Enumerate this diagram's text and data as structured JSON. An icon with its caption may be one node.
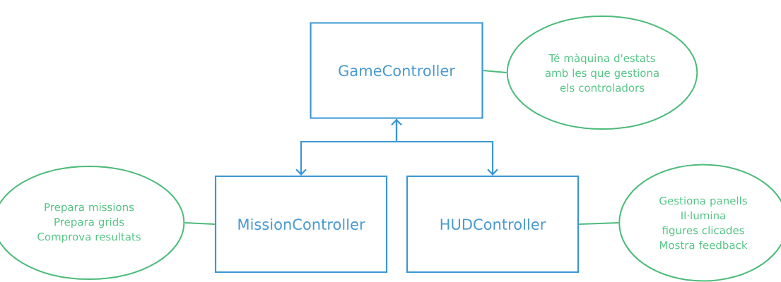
{
  "diagram": {
    "nodes": [
      {
        "text": [
          "GameController"
        ]
      },
      {
        "text": [
          "Té màquina d'estats amb les que gestiona els controladors"
        ]
      },
      {
        "text": [
          "Prepara missions",
          "Prepara grids",
          "Comprova resultats"
        ]
      },
      {
        "text": [
          "MissionController"
        ]
      },
      {
        "text": [
          "HUDController"
        ]
      },
      {
        "text": [
          "Gestiona panells",
          "Il·lumina figures clicades",
          "Mostra feedback"
        ]
      }
    ],
    "edges": [
      {
        "from": 0,
        "to": 3,
        "arrow": "both",
        "color": "#3a97d4"
      },
      {
        "from": 0,
        "to": 4,
        "arrow": "to",
        "color": "#3a97d4"
      },
      {
        "from": 0,
        "to": 1,
        "arrow": "none"
      },
      {
        "from": 2,
        "to": 3,
        "arrow": "none"
      },
      {
        "from": 4,
        "to": 5,
        "arrow": "none"
      }
    ]
  }
}
